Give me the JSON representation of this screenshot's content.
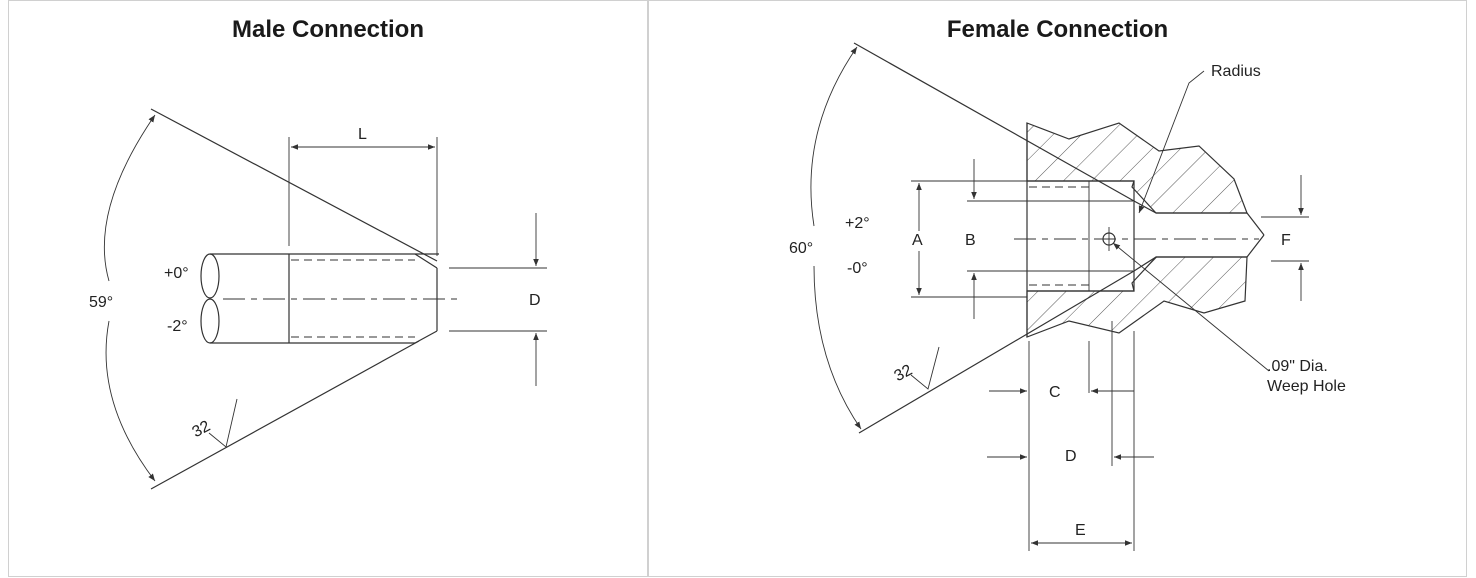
{
  "male": {
    "title": "Male Connection",
    "labels": {
      "L": "L",
      "D": "D",
      "angle": "59°",
      "tol_plus": "+0°",
      "tol_minus": "-2°",
      "finish": "32"
    }
  },
  "female": {
    "title": "Female Connection",
    "labels": {
      "radius": "Radius",
      "angle": "60°",
      "tol_plus": "+2°",
      "tol_minus": "-0°",
      "A": "A",
      "B": "B",
      "F": "F",
      "C": "C",
      "D": "D",
      "E": "E",
      "weep_line1": ".09\" Dia.",
      "weep_line2": "Weep Hole",
      "finish": "32"
    }
  },
  "colors": {
    "line": "#333333",
    "border": "#d0d0d0"
  }
}
